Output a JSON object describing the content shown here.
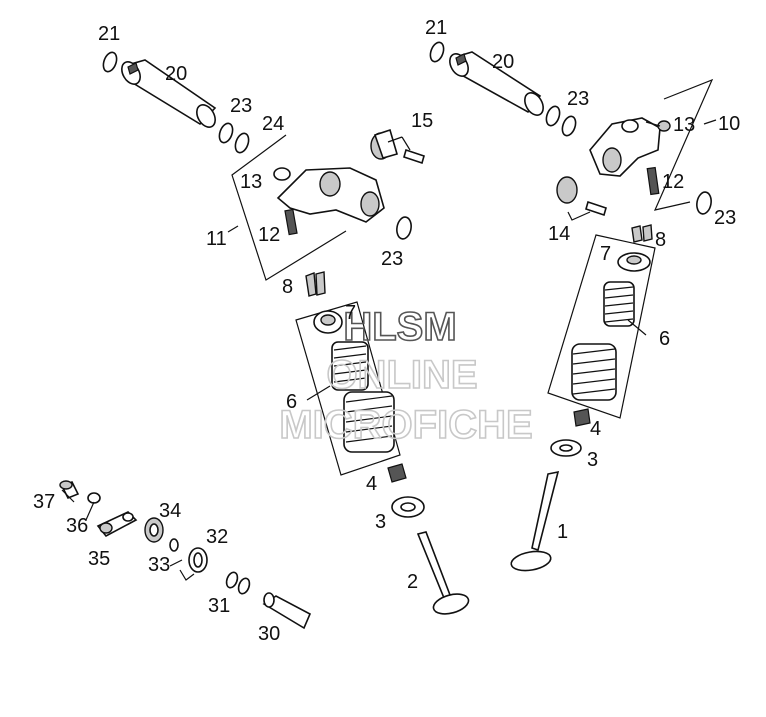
{
  "watermark": [
    "HLSM",
    "ONLINE",
    "MICROFICHE"
  ],
  "labels": {
    "l21a": "21",
    "l20a": "20",
    "l23a": "23",
    "l24": "24",
    "l15": "15",
    "l13a": "13",
    "l11": "11",
    "l12a": "12",
    "l23b": "23",
    "l8a": "8",
    "l7a": "7",
    "l6a": "6",
    "l4a": "4",
    "l3a": "3",
    "l2": "2",
    "l21b": "21",
    "l20b": "20",
    "l23c": "23",
    "l13b": "13",
    "l10": "10",
    "l12b": "12",
    "l14": "14",
    "l23d": "23",
    "l8b": "8",
    "l7b": "7",
    "l6b": "6",
    "l4b": "4",
    "l3b": "3",
    "l1": "1",
    "l37": "37",
    "l36": "36",
    "l35": "35",
    "l34": "34",
    "l33": "33",
    "l32": "32",
    "l31": "31",
    "l30": "30"
  }
}
